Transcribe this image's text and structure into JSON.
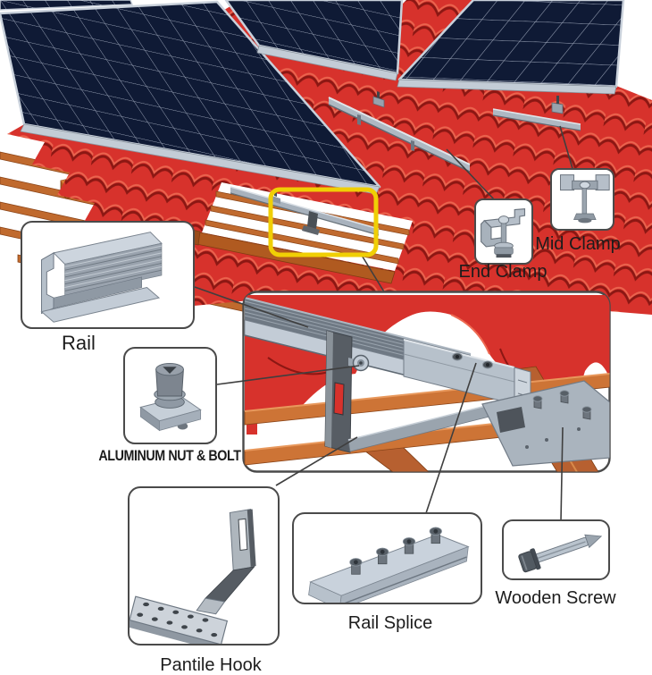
{
  "callouts": {
    "rail": {
      "label": "Rail",
      "icon": "rail-profile-icon"
    },
    "nut_bolt": {
      "label": "ALUMINUM NUT & BOLT",
      "icon": "nut-bolt-icon"
    },
    "end_clamp": {
      "label": "End Clamp",
      "icon": "end-clamp-icon"
    },
    "mid_clamp": {
      "label": "Mid Clamp",
      "icon": "mid-clamp-icon"
    },
    "pantile_hook": {
      "label": "Pantile Hook",
      "icon": "pantile-hook-icon"
    },
    "rail_splice": {
      "label": "Rail Splice",
      "icon": "rail-splice-icon"
    },
    "wooden_screw": {
      "label": "Wooden Screw",
      "icon": "wooden-screw-icon"
    }
  },
  "scene": {
    "colors": {
      "panel": "#0f1a35",
      "panel_grid": "#b9c2d4",
      "panel_frame": "#c9d1db",
      "tile_red": "#d7322c",
      "tile_shadow": "#8c1713",
      "tile_highlight": "#ee6a52",
      "wood": "#c06a2e",
      "wood_dark": "#8a4418",
      "metal": "#b9c3cd",
      "metal_dark": "#6d7782",
      "outline": "#4a4a4a",
      "highlight_box": "#f0cf05",
      "label_text": "#1c1c1c"
    }
  }
}
